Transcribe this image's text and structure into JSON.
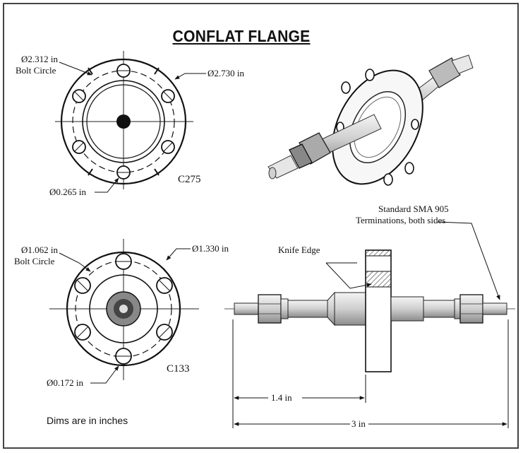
{
  "title": "CONFLAT FLANGE",
  "top_flange": {
    "model": "C275",
    "bolt_circle_diameter": "Ø2.312 in",
    "bolt_circle_label": "Bolt Circle",
    "outer_diameter": "Ø2.730 in",
    "hole_diameter": "Ø0.265 in"
  },
  "bottom_flange": {
    "model": "C133",
    "bolt_circle_diameter": "Ø1.062 in",
    "bolt_circle_label": "Bolt Circle",
    "outer_diameter": "Ø1.330 in",
    "hole_diameter": "Ø0.172 in"
  },
  "side_view": {
    "termination_line1": "Standard SMA 905",
    "termination_line2": "Terminations, both sides",
    "knife_edge": "Knife Edge",
    "dim_flange": "1.4 in",
    "dim_total": "3 in"
  },
  "note": "Dims are in inches"
}
